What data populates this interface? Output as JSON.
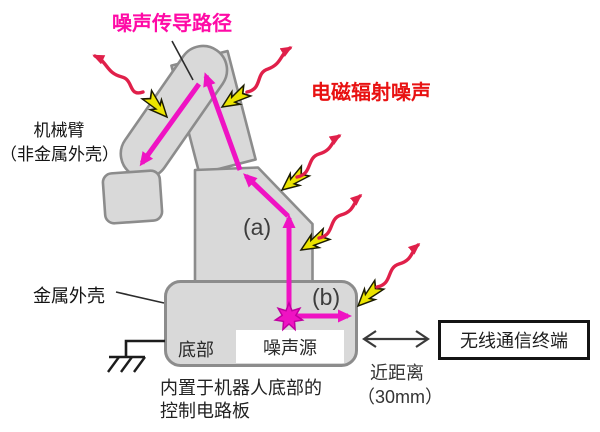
{
  "diagram_title": "robot-arm-noise-conduction-diagram",
  "labels": {
    "noise_path": "噪声传导路径",
    "emi": "电磁辐射噪声",
    "arm_line1": "机械臂",
    "arm_line2": "（非金属外壳）",
    "metal_shell": "金属外壳",
    "point_a": "(a)",
    "point_b": "(b)",
    "base_bottom": "底部",
    "noise_source": "噪声源",
    "board_line1": "内置于机器人底部的",
    "board_line2": "控制电路板",
    "distance_line1": "近距离",
    "distance_line2": "（30mm）",
    "terminal": "无线通信终端"
  },
  "colors": {
    "noise_path_magenta": "#ef13c3",
    "noise_path_label_pink": "#ff0aa6",
    "radiation_red": "#e0204a",
    "emi_label_red": "#e81212",
    "leak_arrow_yellow": "#ece400",
    "shell_fill_gray": "#d9d9d9",
    "shell_stroke_gray": "#8c8c8c",
    "text_dark": "#1f1f1f"
  },
  "icons": {
    "noise_source_star": "magenta-burst-star",
    "ground_symbol": "earth-ground",
    "radiation_wave": "red-wavy-arrow",
    "leak_dart": "yellow-shell-leak-arrow",
    "distance_arrow": "double-headed-arrow"
  }
}
